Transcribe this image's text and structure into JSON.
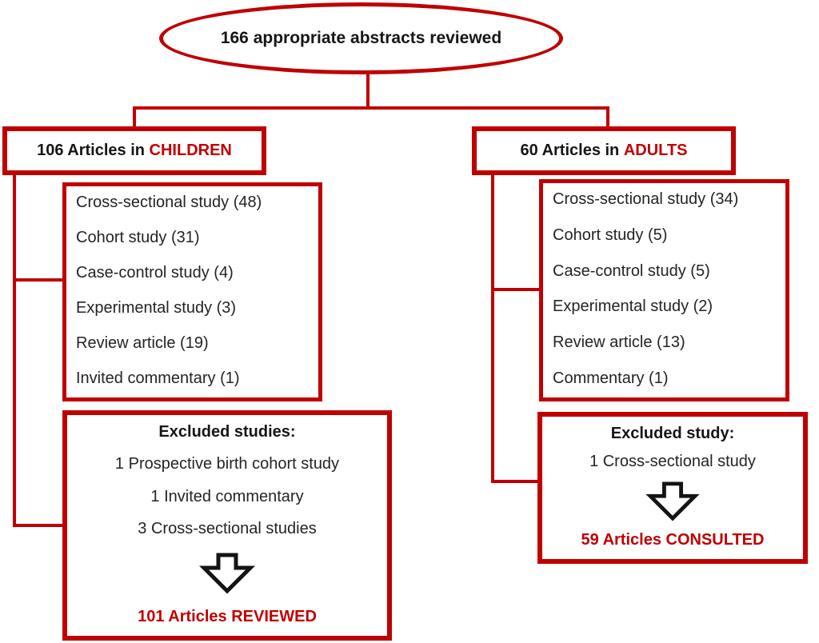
{
  "colors": {
    "accent_red": "#c00000",
    "text_black": "#1c1c1e",
    "background": "#ffffff"
  },
  "root": {
    "label": "166 appropriate abstracts reviewed"
  },
  "children_branch": {
    "header": {
      "prefix": "106 Articles in ",
      "highlight": "CHILDREN"
    },
    "studies": [
      "Cross-sectional study (48)",
      "Cohort study (31)",
      "Case-control study (4)",
      "Experimental study (3)",
      "Review article (19)",
      "Invited commentary (1)"
    ],
    "excluded": {
      "title": "Excluded studies:",
      "items": [
        "1 Prospective birth cohort study",
        "1 Invited commentary",
        "3 Cross-sectional studies"
      ],
      "result": "101 Articles REVIEWED"
    }
  },
  "adults_branch": {
    "header": {
      "prefix": "60 Articles in ",
      "highlight": "ADULTS"
    },
    "studies": [
      "Cross-sectional study (34)",
      "Cohort study (5)",
      "Case-control study (5)",
      "Experimental study (2)",
      "Review article (13)",
      "Commentary (1)"
    ],
    "excluded": {
      "title": "Excluded study:",
      "items": [
        "1 Cross-sectional study"
      ],
      "result": "59 Articles CONSULTED"
    }
  }
}
